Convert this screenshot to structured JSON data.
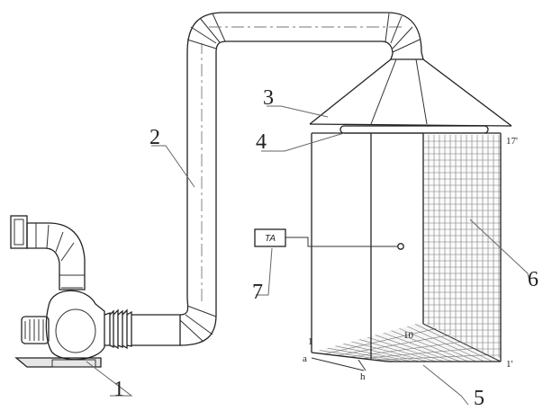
{
  "labels": {
    "fan": "1",
    "duct": "2",
    "hood": "3",
    "distributor": "4",
    "floor_mesh": "5",
    "side_mesh": "6",
    "instrument_callout": "7"
  },
  "instrument": "TA",
  "corner_marks": {
    "top_right": "17'",
    "bottom_right": "1'",
    "bottom_left": "1",
    "bottom_mid": "10",
    "dim_a": "a",
    "dim_h": "h"
  }
}
